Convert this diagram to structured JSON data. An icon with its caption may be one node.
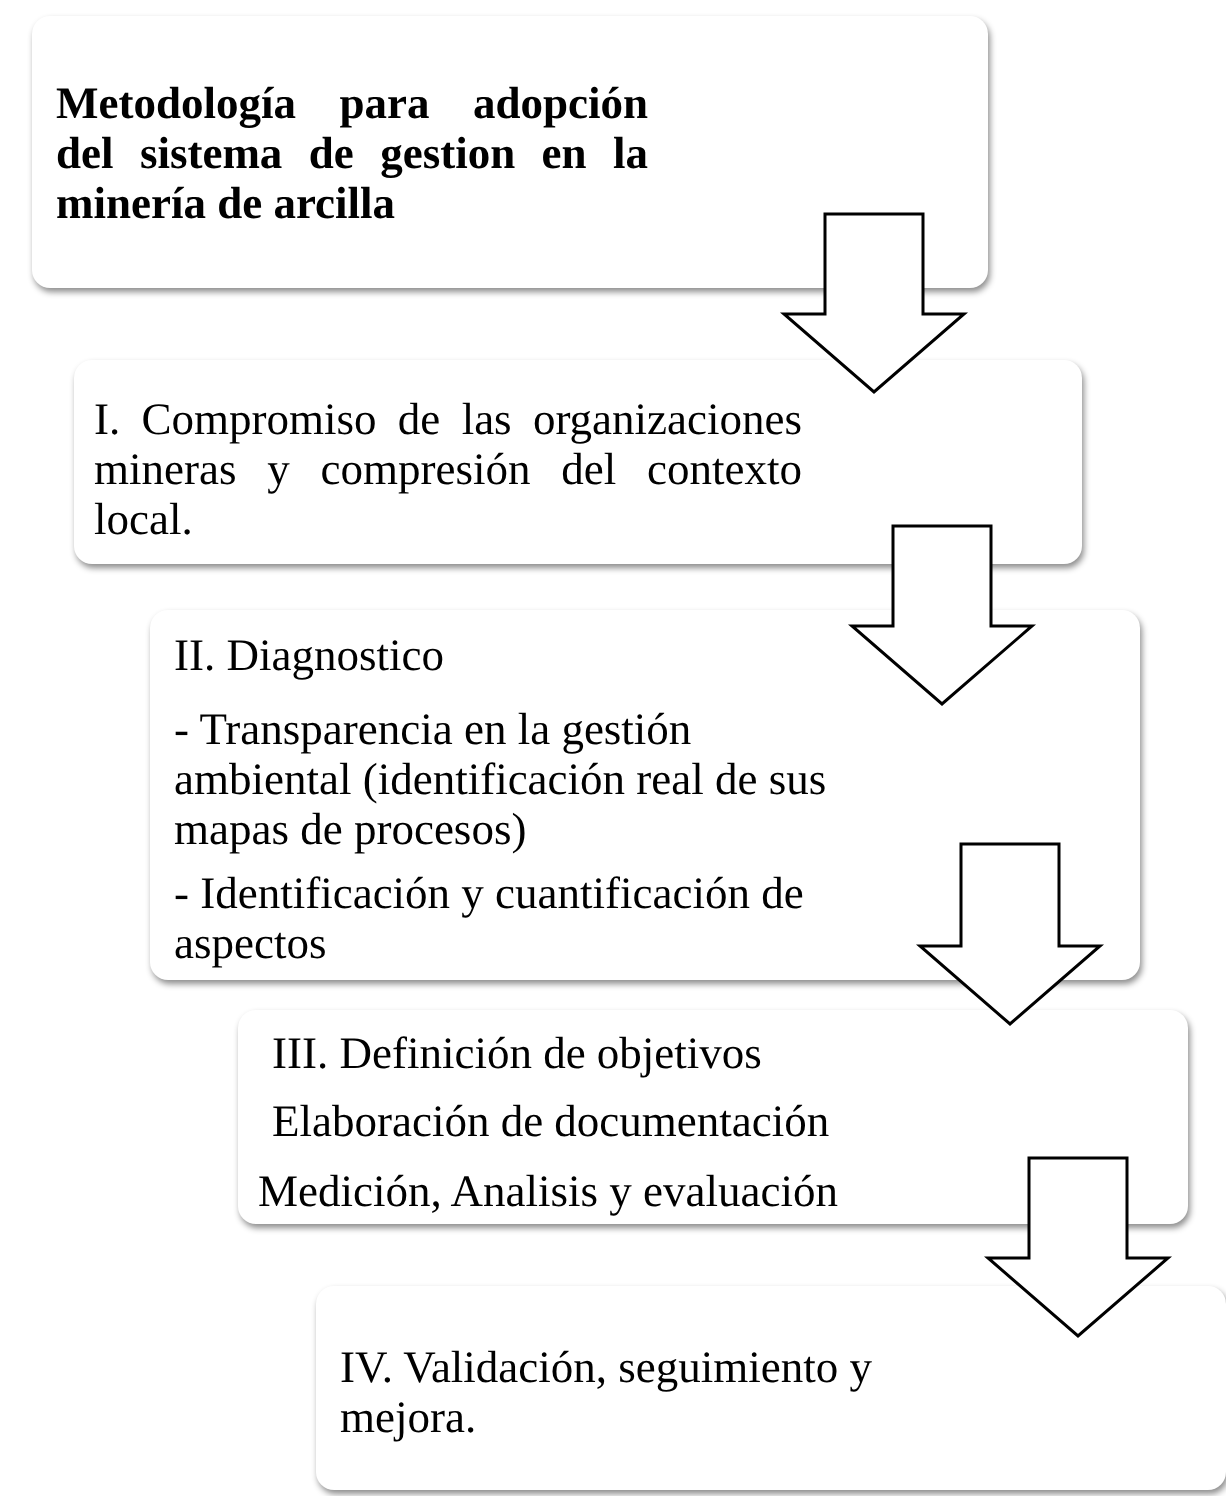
{
  "diagram": {
    "nodes": [
      {
        "text": [
          "Metodología para adopción del sistema de gestion en la minería de arcilla"
        ]
      },
      {
        "text": [
          "I. Compromiso de las organizaciones mineras y compresión del contexto local."
        ]
      },
      {
        "text": [
          "II. Diagnostico",
          "- Transparencia en la gestión ambiental (identificación real de sus mapas de procesos)",
          "- Identificación y cuantificación de aspectos"
        ]
      },
      {
        "text": [
          "III. Definición de objetivos",
          "Elaboración de documentación",
          "Medición, Analisis y evaluación"
        ]
      },
      {
        "text": [
          "IV. Validación, seguimiento y mejora."
        ]
      }
    ],
    "edges": [
      {
        "from": 0,
        "to": 1,
        "arrow": "to"
      },
      {
        "from": 1,
        "to": 2,
        "arrow": "to"
      },
      {
        "from": 2,
        "to": 3,
        "arrow": "to"
      },
      {
        "from": 3,
        "to": 4,
        "arrow": "to"
      }
    ]
  }
}
